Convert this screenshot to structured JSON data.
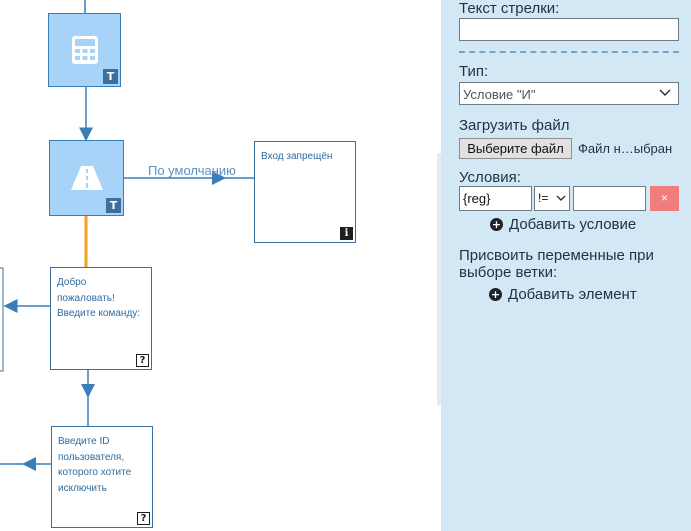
{
  "canvas": {
    "edge_label": "По умолчанию",
    "badges": {
      "type_letter": "T",
      "question": "?",
      "info": "i"
    },
    "notes": {
      "forbidden": "Вход запрещён",
      "welcome": "Добро пожаловать! Введите команду:",
      "user_id": "Введите ID пользователя, которого хотите исключить"
    }
  },
  "panel": {
    "arrow_text_label": "Текст стрелки:",
    "arrow_text_value": "",
    "type_label": "Тип:",
    "type_value": "Условие \"И\"",
    "upload_label": "Загрузить файл",
    "choose_file_button": "Выберите файл",
    "file_status": "Файл н…ыбран",
    "conditions_label": "Условия:",
    "condition_variable": "{reg}",
    "condition_operator": "!=",
    "condition_value": "",
    "delete_label": "×",
    "add_condition": "Добавить условие",
    "assign_label": "Присвоить переменные при выборе ветки:",
    "add_element": "Добавить элемент"
  },
  "colors": {
    "block_fill": "#a6d3f7",
    "panel_bg": "#d3e8f5",
    "edge": "#3a7eb8",
    "active_edge": "#f0a020",
    "delete_button": "#f07c7c"
  }
}
